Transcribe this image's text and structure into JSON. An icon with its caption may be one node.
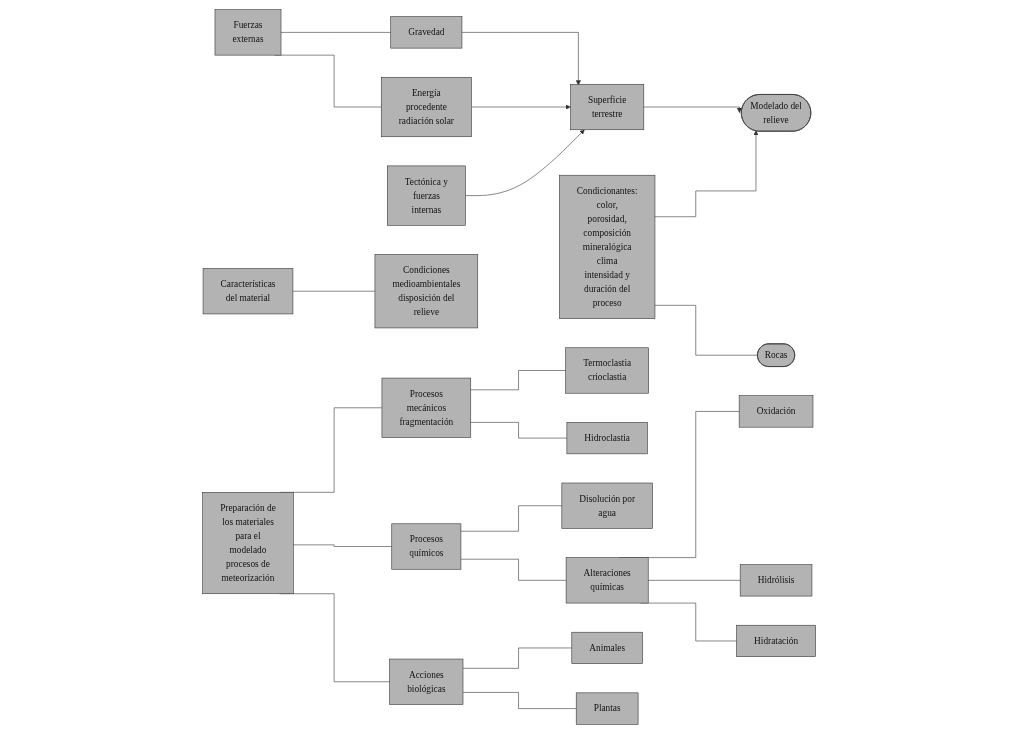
{
  "diagram": {
    "nodes": [
      {
        "text": [
          "Fuerzas externas"
        ]
      },
      {
        "text": [
          "Gravedad"
        ]
      },
      {
        "text": [
          "Energía procedente radiación solar"
        ]
      },
      {
        "text": [
          "Superficie terrestre"
        ]
      },
      {
        "text": [
          "Características del material"
        ]
      },
      {
        "text": [
          "Tectónica y fuerzas internas"
        ]
      },
      {
        "text": [
          "Condiciones medioambientales disposición del relieve"
        ]
      },
      {
        "text": [
          "Modelado del relieve"
        ]
      },
      {
        "text": [
          "Rocas"
        ]
      },
      {
        "text": [
          "Condicionantes: color, porosidad, composición mineralógica clima intensidad y duración del proceso"
        ]
      },
      {
        "text": [
          "Preparación de los materiales para el modelado procesos de meteorización"
        ]
      },
      {
        "text": [
          "Procesos mecánicos fragmentación"
        ]
      },
      {
        "text": [
          "Termoclastia crioclastia"
        ]
      },
      {
        "text": [
          "Hidroclastia"
        ]
      },
      {
        "text": [
          "Procesos químicos"
        ]
      },
      {
        "text": [
          "Disolución por agua"
        ]
      },
      {
        "text": [
          "Alteraciones químicas"
        ]
      },
      {
        "text": [
          "Oxidación"
        ]
      },
      {
        "text": [
          "Hidrólisis"
        ]
      },
      {
        "text": [
          "Hidratación"
        ]
      },
      {
        "text": [
          "Acciones biológicas"
        ]
      },
      {
        "text": [
          "Animales"
        ]
      },
      {
        "text": [
          "Plantas"
        ]
      }
    ],
    "edges": [
      {
        "from": 0,
        "to": 1,
        "arrow": "none"
      },
      {
        "from": 0,
        "to": 2,
        "arrow": "none"
      },
      {
        "from": 1,
        "to": 3,
        "arrow": "to"
      },
      {
        "from": 2,
        "to": 3,
        "arrow": "to"
      },
      {
        "from": 4,
        "to": 6,
        "arrow": "none"
      },
      {
        "from": 5,
        "to": 3,
        "arrow": "to"
      },
      {
        "from": 3,
        "to": 7,
        "arrow": "to"
      },
      {
        "from": 9,
        "to": 7,
        "arrow": "to"
      },
      {
        "from": 9,
        "to": 8,
        "arrow": "none"
      },
      {
        "from": 10,
        "to": 11,
        "arrow": "none"
      },
      {
        "from": 10,
        "to": 14,
        "arrow": "none"
      },
      {
        "from": 10,
        "to": 20,
        "arrow": "none"
      },
      {
        "from": 11,
        "to": 12,
        "arrow": "none"
      },
      {
        "from": 11,
        "to": 13,
        "arrow": "none"
      },
      {
        "from": 14,
        "to": 15,
        "arrow": "none"
      },
      {
        "from": 14,
        "to": 16,
        "arrow": "none"
      },
      {
        "from": 16,
        "to": 17,
        "arrow": "none"
      },
      {
        "from": 16,
        "to": 18,
        "arrow": "none"
      },
      {
        "from": 16,
        "to": 19,
        "arrow": "none"
      },
      {
        "from": 20,
        "to": 21,
        "arrow": "none"
      },
      {
        "from": 20,
        "to": 22,
        "arrow": "none"
      }
    ]
  }
}
